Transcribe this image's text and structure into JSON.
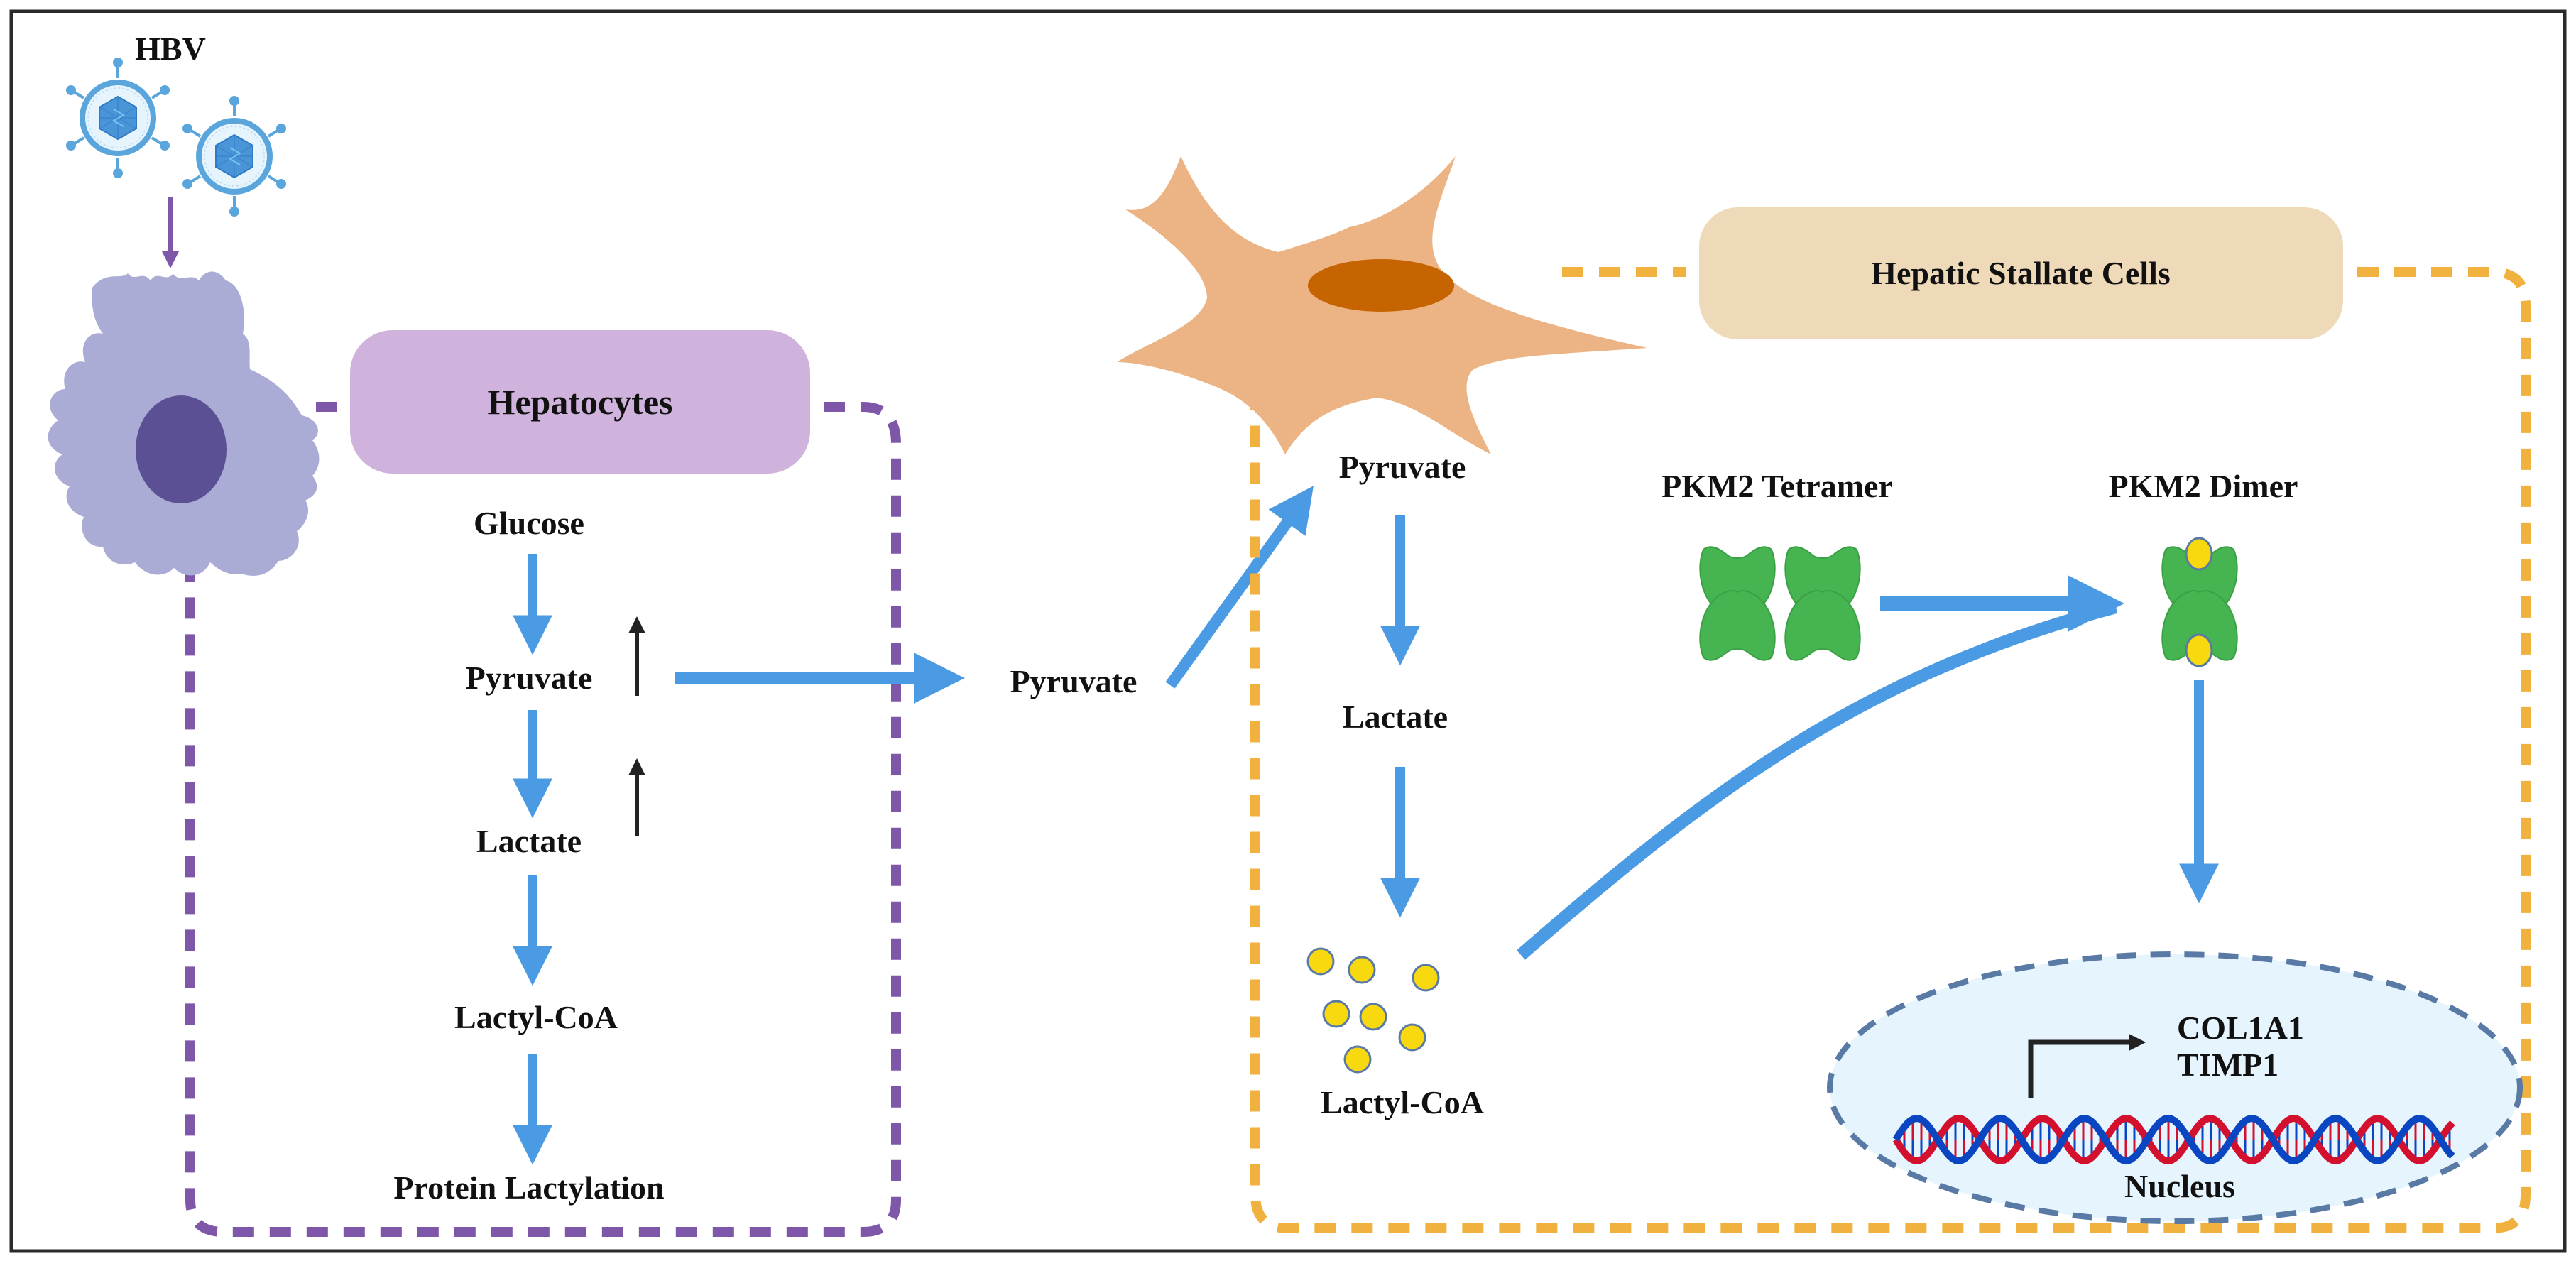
{
  "figure": {
    "type": "pathway-diagram",
    "colors": {
      "flow_arrow": "#4a9be3",
      "hepatocyte_theme": "#7f57a8",
      "hepatocyte_cell": "#abacd6",
      "hepatocyte_nucleus": "#5c5094",
      "hepatocyte_label_box": "#cfb3dd",
      "hsc_theme": "#f0b13e",
      "hsc_cell": "#ecb484",
      "hsc_nucleus": "#c56400",
      "hsc_label_box": "#eed9b9",
      "pkm2": "#46b450",
      "lactyl_coa": "#f8d90f",
      "nucleus_fill": "#e5f4fd",
      "nucleus_border": "#5a7aa6",
      "dna_strand_a": "#0b46c2",
      "dna_strand_b": "#d4102f",
      "upregulation_arrow": "#222222",
      "virus": "#4a9be3"
    }
  },
  "virus": {
    "label": "HBV",
    "icon": "virus-icon",
    "count": 2
  },
  "hepatocyte": {
    "label": "Hepatocytes",
    "icon": "hepatocyte-cell-icon",
    "pathway": [
      {
        "name": "Glucose",
        "upregulated": false
      },
      {
        "name": "Pyruvate",
        "upregulated": true
      },
      {
        "name": "Lactate",
        "upregulated": true
      },
      {
        "name": "Lactyl-CoA",
        "upregulated": false
      },
      {
        "name": "Protein Lactylation",
        "upregulated": false
      }
    ]
  },
  "transfer": {
    "label": "Pyruvate"
  },
  "hsc": {
    "label": "Hepatic Stallate Cells",
    "icon": "stellate-cell-icon",
    "pathway": [
      {
        "name": "Pyruvate"
      },
      {
        "name": "Lactate"
      },
      {
        "name": "Lactyl-CoA"
      }
    ],
    "lactyl_coa_dots": 7,
    "pkm2_tetramer_label": "PKM2 Tetramer",
    "pkm2_dimer_label": "PKM2 Dimer",
    "nucleus": {
      "label": "Nucleus",
      "genes": [
        "COL1A1",
        "TIMP1"
      ]
    }
  }
}
